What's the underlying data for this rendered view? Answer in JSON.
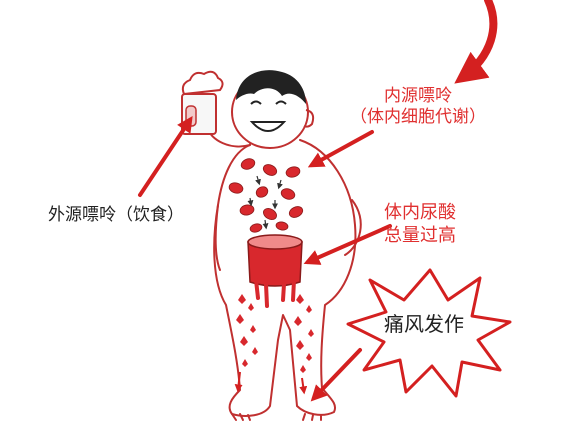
{
  "labels": {
    "exogenous": "外源嘌呤（饮食）",
    "endogenous_line1": "内源嘌呤",
    "endogenous_line2": "（体内细胞代谢）",
    "uric_acid_line1": "体内尿酸",
    "uric_acid_line2": "总量过高",
    "gout": "痛风发作"
  },
  "colors": {
    "accent_red": "#e03030",
    "arrow_red": "#d42020",
    "text_dark": "#222222",
    "outline": "#c03030"
  }
}
